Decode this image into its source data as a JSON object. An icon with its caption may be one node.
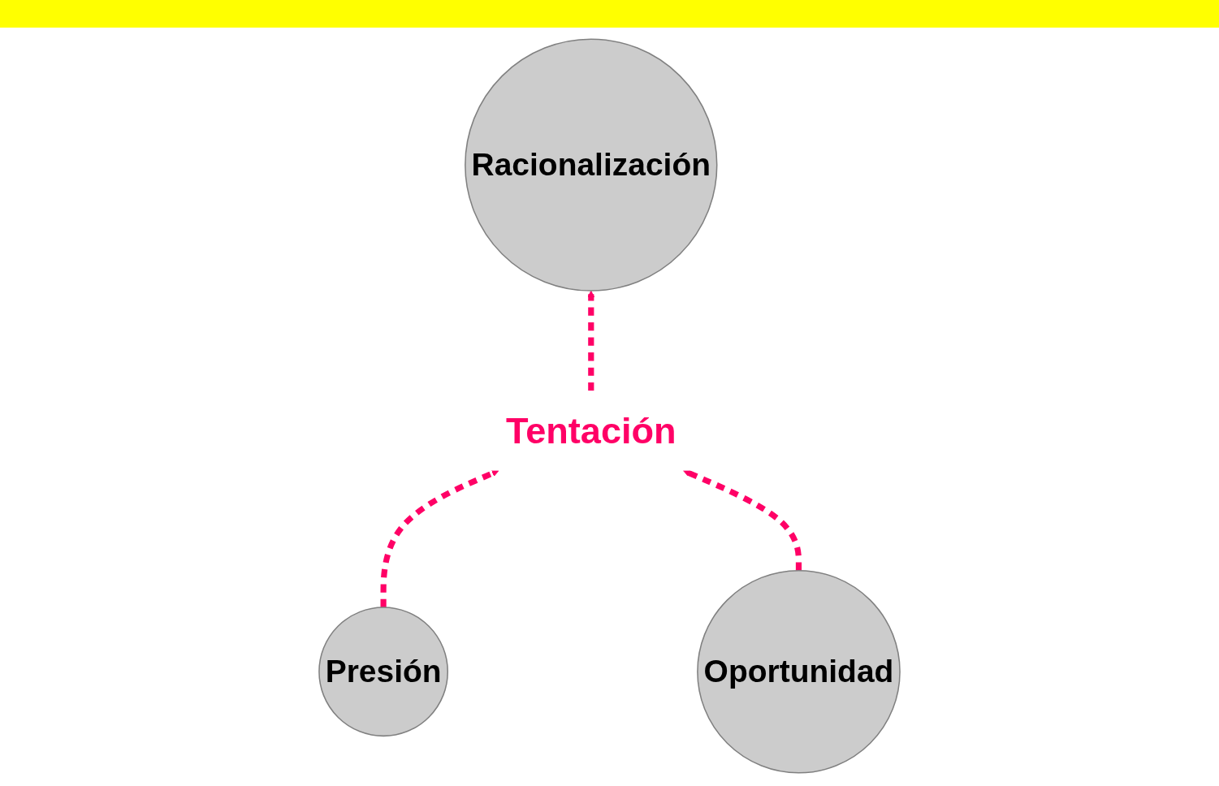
{
  "diagram": {
    "nodes": [
      {
        "text": [
          "Racionalización"
        ]
      },
      {
        "text": [
          "Presión"
        ]
      },
      {
        "text": [
          "Tentación"
        ]
      },
      {
        "text": [
          "Oportunidad"
        ]
      }
    ],
    "edges": [
      {
        "from": 1,
        "to": 2,
        "arrow": "to",
        "style": "dashed"
      },
      {
        "from": 3,
        "to": 2,
        "arrow": "to",
        "style": "dashed"
      },
      {
        "from": 2,
        "to": 0,
        "arrow": "to",
        "style": "dashed"
      }
    ]
  }
}
